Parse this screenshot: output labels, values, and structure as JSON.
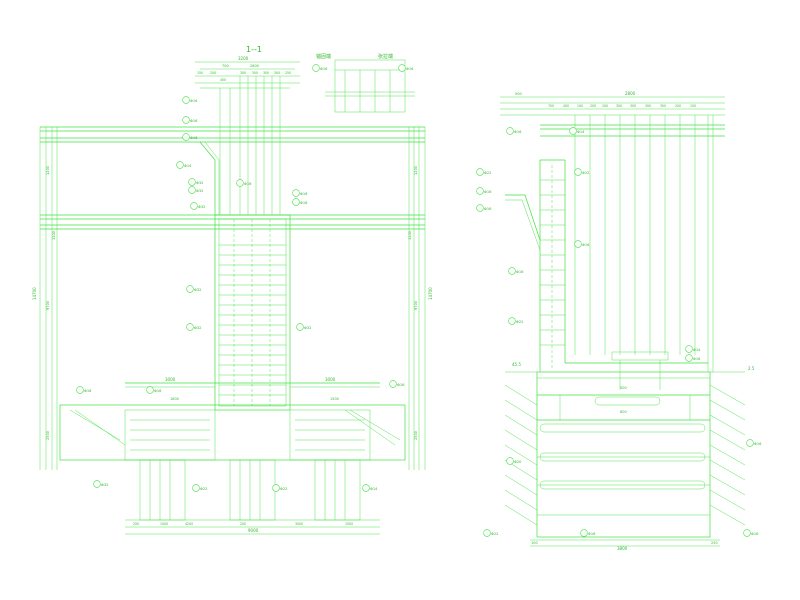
{
  "left_view": {
    "title": "1--1",
    "inset_left_label": "锚固端",
    "inset_right_label": "张拉端",
    "dims_top": [
      "3200",
      "700",
      "2800",
      "150",
      "200",
      "300",
      "300",
      "300",
      "300",
      "250",
      "400"
    ],
    "dims_bottom": [
      "9000",
      "250",
      "1500",
      "4200",
      "200",
      "3000",
      "1500"
    ],
    "side_dims_left": [
      "14700",
      "1200",
      "9700",
      "1200",
      "2500"
    ],
    "side_dims_right": [
      "14700",
      "1200",
      "9700",
      "1200",
      "2500"
    ],
    "mid_labels": [
      "3000",
      "3000",
      "1800",
      "1500"
    ],
    "bars": [
      "Φ16",
      "Φ16",
      "Φ16",
      "Φ16",
      "Φ16",
      "Φ14",
      "Φ32",
      "Φ32",
      "Φ32",
      "Φ16",
      "Φ16",
      "Φ16",
      "Φ16",
      "Φ16",
      "Φ16",
      "Φ32",
      "Φ32",
      "Φ32",
      "Φ32",
      "Φ22",
      "Φ22",
      "Φ14"
    ]
  },
  "right_view": {
    "dims_top": [
      "2800",
      "500",
      "700",
      "400",
      "100",
      "200",
      "200",
      "300",
      "300",
      "300",
      "300",
      "200",
      "150"
    ],
    "dims_bottom": [
      "3800",
      "100",
      "250"
    ],
    "elev_left": "45.5",
    "elev_right": "2.5",
    "label_1": "500",
    "label_2": "800",
    "bars": [
      "Φ16",
      "Φ14",
      "Φ22",
      "Φ16",
      "Φ16",
      "Φ22",
      "Φ16",
      "Φ16",
      "Φ22",
      "Φ14",
      "Φ16",
      "Φ16",
      "Φ20",
      "Φ16",
      "Φ22",
      "Φ16"
    ]
  },
  "colors": {
    "line": "#3fe03f",
    "text": "#2fb82f",
    "background": "#ffffff"
  }
}
